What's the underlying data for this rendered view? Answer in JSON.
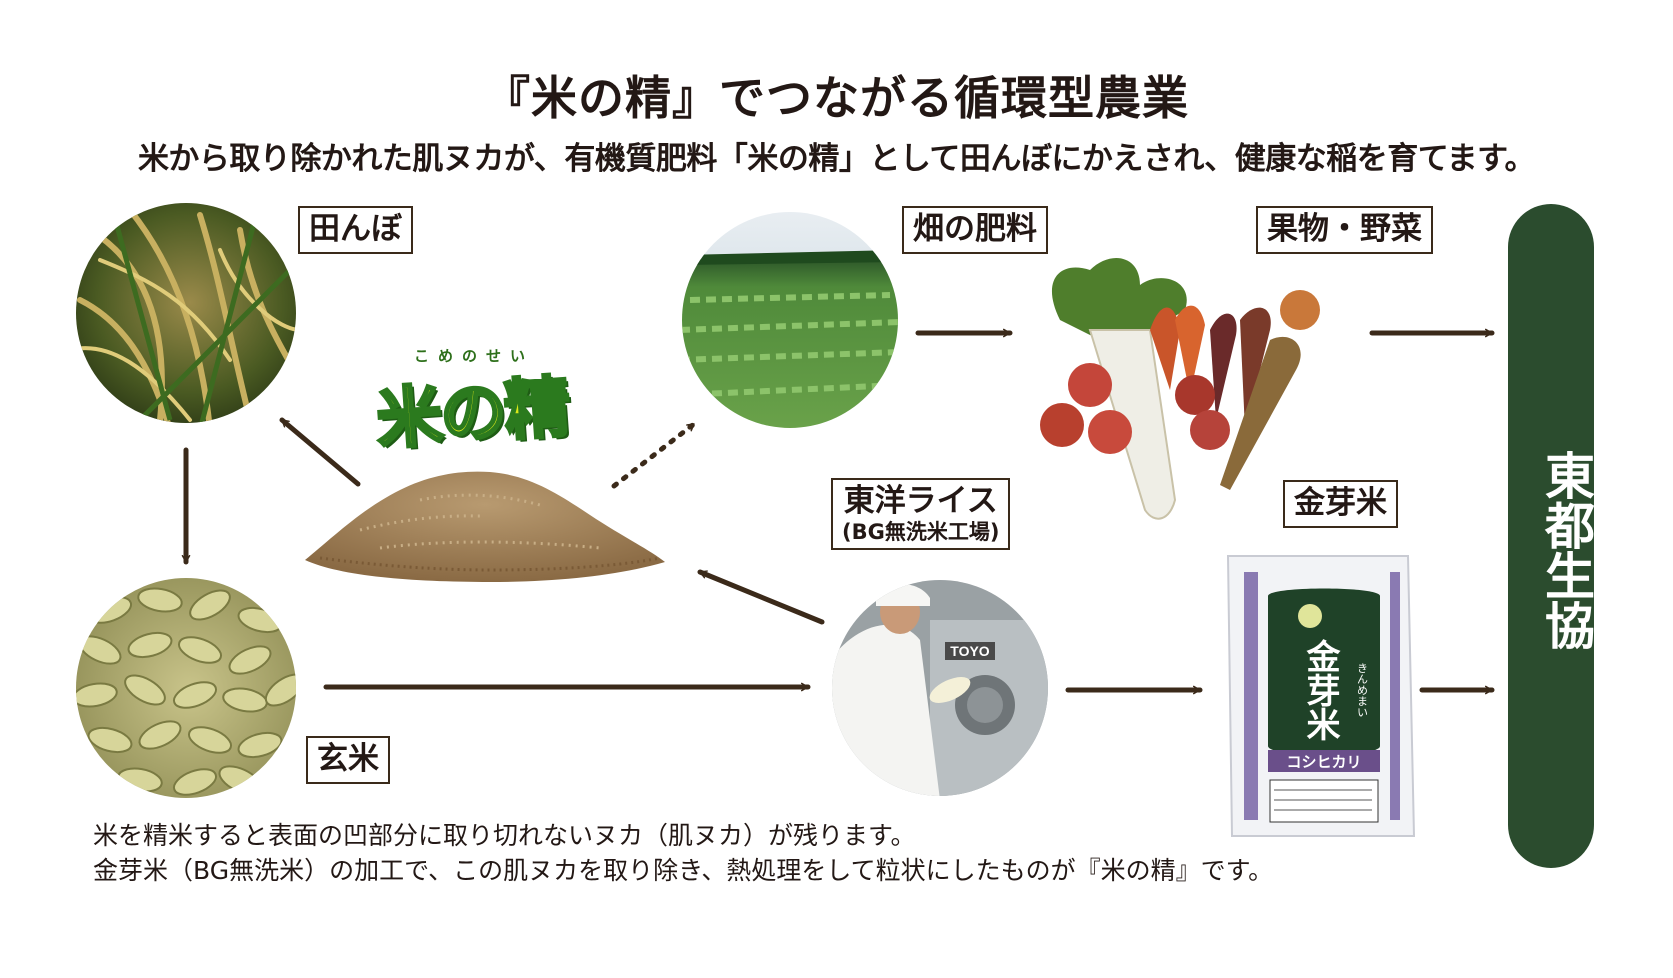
{
  "heading": {
    "title": "『米の精』でつながる循環型農業",
    "subtitle": "米から取り除かれた肌ヌカが、有機質肥料「米の精」として田んぼにかえされ、健康な稲を育てます。"
  },
  "brand": {
    "ruby": "こめのせい",
    "logo": "米の精"
  },
  "nodes": {
    "rice_field": {
      "label": "田んぼ",
      "icon": "rice-plant-photo"
    },
    "field_fertilizer": {
      "label": "畑の肥料",
      "icon": "cabbage-field-photo"
    },
    "produce": {
      "label": "果物・野菜",
      "icon": "vegetables-photo"
    },
    "brown_rice": {
      "label": "玄米",
      "icon": "brown-rice-photo"
    },
    "mill": {
      "label": "東洋ライス",
      "sub": "(BG無洗米工場)",
      "icon": "mill-worker-photo"
    },
    "kinmemai": {
      "label": "金芽米",
      "icon": "rice-bag-photo"
    }
  },
  "rice_bag": {
    "big_text": "金芽米",
    "ruby": "きんめまい",
    "bottom_text": "コシヒカリ",
    "machine_label": "TOYO"
  },
  "coop": {
    "label": "東都生協"
  },
  "note": {
    "line1": "米を精米すると表面の凹部分に取り切れないヌカ（肌ヌカ）が残ります。",
    "line2": "金芽米（BG無洗米）の加工で、この肌ヌカを取り除き、熱処理をして粒状にしたものが『米の精』です。"
  },
  "colors": {
    "arrow": "#3b2a1a",
    "coop_bg": "#2b4c2e",
    "logo_fill": "#d9e81a",
    "logo_stroke": "#2b7a1e"
  }
}
